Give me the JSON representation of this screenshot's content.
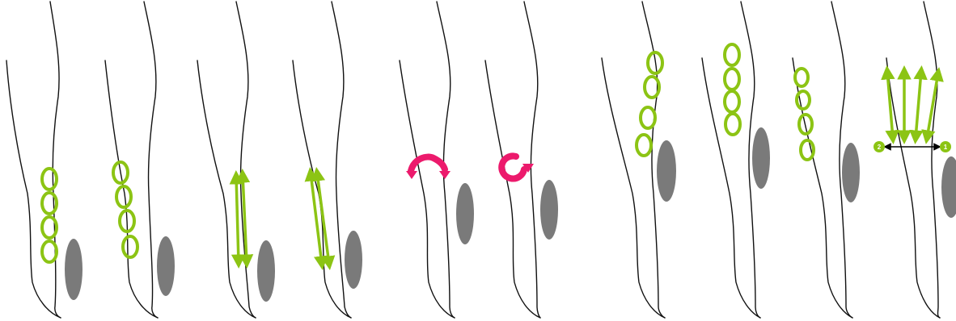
{
  "colors": {
    "background": "#ffffff",
    "outline": "#111111",
    "green": "#8cc414",
    "magenta": "#ec1a6c",
    "pad": "#7a7a7a",
    "black_arrow": "#000000"
  },
  "panels": [
    {
      "id": "p1",
      "motion": "circular-loops",
      "direction": "down-calf",
      "loops": 4
    },
    {
      "id": "p2",
      "motion": "circular-loops",
      "direction": "down-calf",
      "loops": 4
    },
    {
      "id": "p3",
      "motion": "straight-strokes",
      "strokes": 2
    },
    {
      "id": "p4",
      "motion": "straight-strokes",
      "strokes": 2
    },
    {
      "id": "p5",
      "motion": "half-circle",
      "icon": "curved-arrow"
    },
    {
      "id": "p6",
      "motion": "full-circle",
      "icon": "circular-arrow"
    },
    {
      "id": "p7",
      "motion": "circular-loops",
      "direction": "thigh",
      "loops": 4
    },
    {
      "id": "p8",
      "motion": "circular-loops",
      "direction": "thigh",
      "loops": 4
    },
    {
      "id": "p9",
      "motion": "circular-loops",
      "direction": "thigh",
      "loops": 4
    },
    {
      "id": "p10",
      "motion": "fan-strokes",
      "strokes": 4,
      "markers": [
        "2",
        "1"
      ]
    }
  ]
}
